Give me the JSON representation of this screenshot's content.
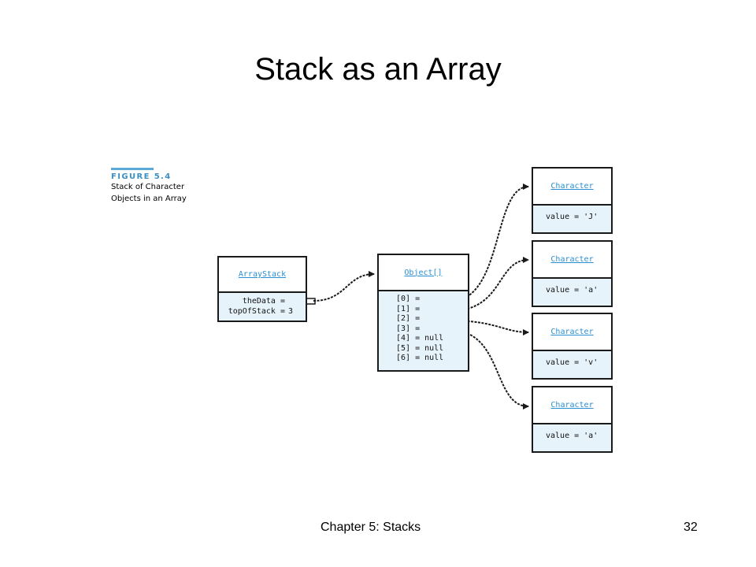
{
  "slide": {
    "title": "Stack as an Array",
    "footer_text": "Chapter 5: Stacks",
    "page_number": "32"
  },
  "figure": {
    "label": "FIGURE 5.4",
    "caption_line1": "Stack of Character",
    "caption_line2": "Objects in an Array"
  },
  "array_stack": {
    "class_name": "ArrayStack",
    "field1_label": "theData =",
    "field2_label": "topOfStack =",
    "field2_value": "3"
  },
  "object_array": {
    "class_name": "Object[]",
    "rows": [
      "[0] =",
      "[1] =",
      "[2] =",
      "[3] =",
      "[4] = null",
      "[5] = null",
      "[6] = null"
    ]
  },
  "characters": [
    {
      "class_name": "Character",
      "value_text": "value = 'J'"
    },
    {
      "class_name": "Character",
      "value_text": "value = 'a'"
    },
    {
      "class_name": "Character",
      "value_text": "value = 'v'"
    },
    {
      "class_name": "Character",
      "value_text": "value = 'a'"
    }
  ],
  "colors": {
    "class_name_blue": "#2a8fd0",
    "box_fill": "#e6f3fb",
    "figure_label_blue": "#3a8fc4"
  }
}
